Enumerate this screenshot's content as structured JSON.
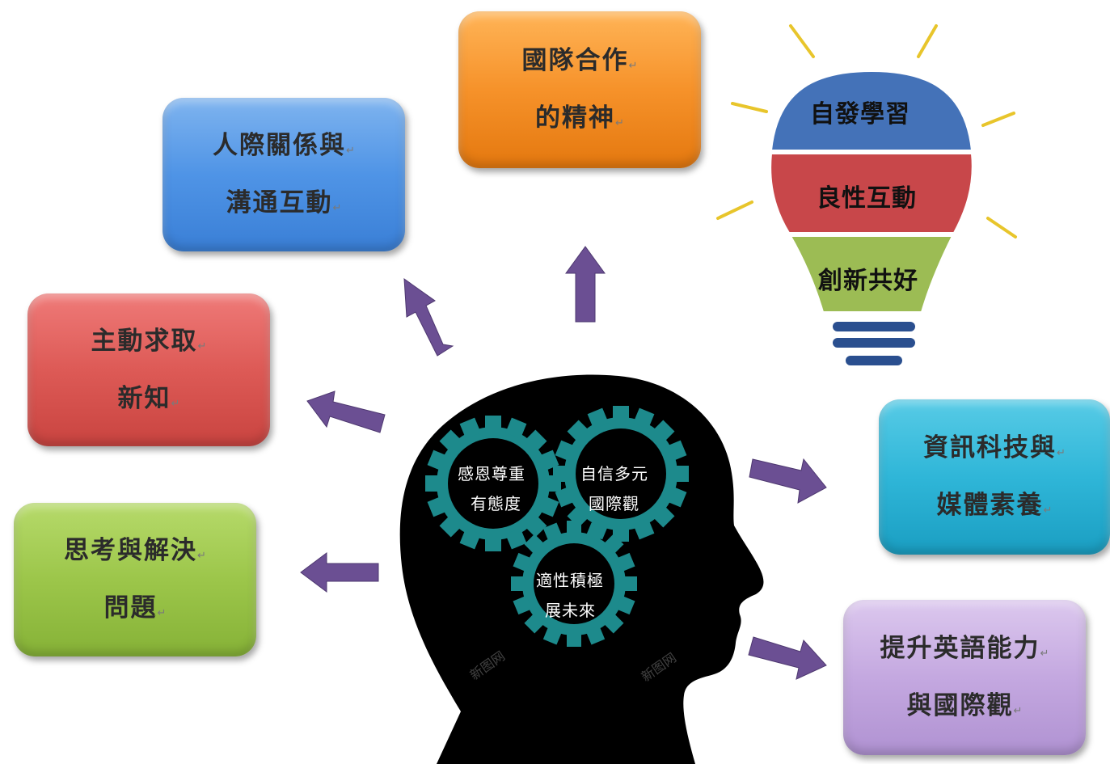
{
  "boxes": {
    "intl": {
      "line1": "國隊合作",
      "line2": "的精神"
    },
    "relation": {
      "line1": "人際關係與",
      "line2": "溝通互動"
    },
    "active": {
      "line1": "主動求取",
      "line2": "新知"
    },
    "think": {
      "line1": "思考與解決",
      "line2": "問題"
    },
    "tech": {
      "line1": "資訊科技與",
      "line2": "媒體素養"
    },
    "english": {
      "line1": "提升英語能力",
      "line2": "與國際觀"
    }
  },
  "bulb": {
    "top": "自發學習",
    "middle": "良性互動",
    "bottom": "創新共好"
  },
  "gears": {
    "left": {
      "line1": "感恩尊重",
      "line2": "有態度"
    },
    "right": {
      "line1": "自信多元",
      "line2": "國際觀"
    },
    "bottom": {
      "line1": "適性積極",
      "line2": "展未來"
    }
  },
  "paragraph_mark": "↵",
  "watermark": "新图网",
  "colors": {
    "orange": "#f6922a",
    "blue": "#4f94e6",
    "red": "#dd5a56",
    "green": "#9cc64a",
    "cyan": "#2fb6d8",
    "lavender": "#c4a8e0",
    "arrow": "#6b4f93",
    "gear": "#1d8a8c",
    "bulb_blue": "#4472b8",
    "bulb_red": "#c8474a",
    "bulb_green": "#9cbc54",
    "ray": "#e8c52b",
    "head": "#000000"
  }
}
